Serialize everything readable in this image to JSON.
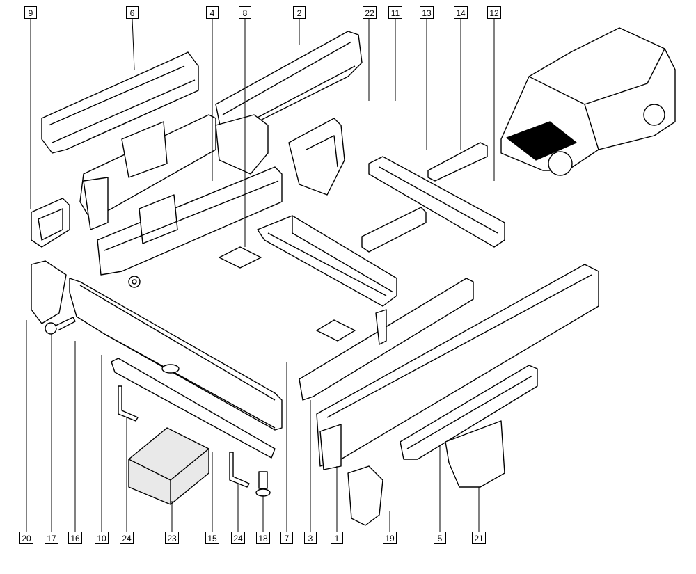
{
  "diagram": {
    "callouts_top": [
      "9",
      "6",
      "4",
      "8",
      "2",
      "22",
      "11",
      "13",
      "14",
      "12"
    ],
    "callouts_bottom": [
      "20",
      "17",
      "16",
      "10",
      "24",
      "23",
      "15",
      "24",
      "18",
      "7",
      "3",
      "1",
      "19",
      "5",
      "21"
    ]
  },
  "colors": {
    "line": "#000000",
    "fill": "#ffffff",
    "shade": "#e9e9e9"
  }
}
